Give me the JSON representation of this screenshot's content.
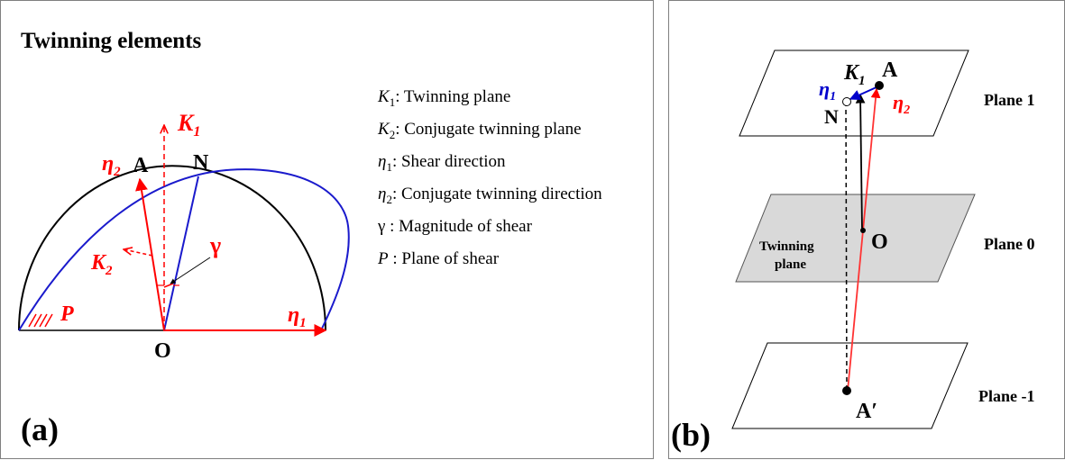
{
  "panel_a": {
    "title": "Twinning elements",
    "panel_label": "(a)",
    "labels": {
      "eta2": "η",
      "eta2_sub": "2",
      "A": "A",
      "N": "N",
      "K1": "K",
      "K1_sub": "1",
      "K2": "K",
      "K2_sub": "2",
      "gamma": "γ",
      "P": "P",
      "eta1": "η",
      "eta1_sub": "1",
      "O": "O"
    },
    "legend": [
      {
        "sym": "K",
        "sub": "1",
        "text": ": Twinning plane"
      },
      {
        "sym": "K",
        "sub": "2",
        "text": ": Conjugate twinning plane"
      },
      {
        "sym": "η",
        "sub": "1",
        "text": ": Shear direction"
      },
      {
        "sym": "η",
        "sub": "2",
        "text": ": Conjugate twinning direction"
      },
      {
        "sym": "γ",
        "sub": "",
        "text": "  : Magnitude of shear"
      },
      {
        "sym": "P",
        "sub": "",
        "text": " : Plane of shear"
      }
    ]
  },
  "panel_b": {
    "panel_label": "(b)",
    "labels": {
      "K1": "K",
      "K1_sub": "1",
      "A": "A",
      "eta1": "η",
      "eta1_sub": "1",
      "eta2": "η",
      "eta2_sub": "2",
      "N": "N",
      "O": "O",
      "A_prime": "A′",
      "twin_plane_line1": "Twinning",
      "twin_plane_line2": "plane"
    },
    "planes": [
      "Plane 1",
      "Plane 0",
      "Plane -1"
    ]
  },
  "colors": {
    "red": "#ff0000",
    "blue": "#0000cc",
    "black": "#000000",
    "plane_fill": "#d9d9d9"
  }
}
